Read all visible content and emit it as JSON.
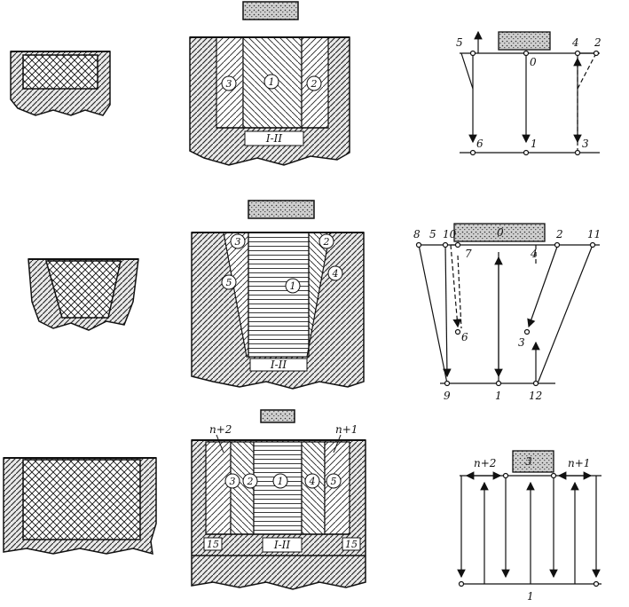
{
  "rows": [
    {
      "id": "row-1",
      "section_labels": [
        "3",
        "1",
        "2"
      ],
      "bottom_label": "I-II",
      "scheme": {
        "top_labels": [
          "5",
          "0",
          "4",
          "2"
        ],
        "bottom_labels": [
          "6",
          "1",
          "3"
        ]
      }
    },
    {
      "id": "row-2",
      "section_labels": [
        "3",
        "2",
        "5",
        "1",
        "4"
      ],
      "bottom_label": "I-II",
      "scheme": {
        "top_labels": [
          "8",
          "5",
          "10",
          "0",
          "2",
          "11"
        ],
        "mid_labels": [
          "7",
          "4"
        ],
        "inner_labels": [
          "6",
          "3"
        ],
        "bottom_labels": [
          "9",
          "1",
          "12"
        ]
      }
    },
    {
      "id": "row-3",
      "top_labels": [
        "n+2",
        "n+1"
      ],
      "section_labels": [
        "3",
        "2",
        "1",
        "4",
        "5"
      ],
      "side_labels": [
        "15",
        "15"
      ],
      "bottom_label": "I-II",
      "scheme": {
        "top_labels": [
          "n+2",
          "n+1"
        ],
        "block_label": "3",
        "bottom_labels": [
          "1"
        ]
      }
    }
  ]
}
